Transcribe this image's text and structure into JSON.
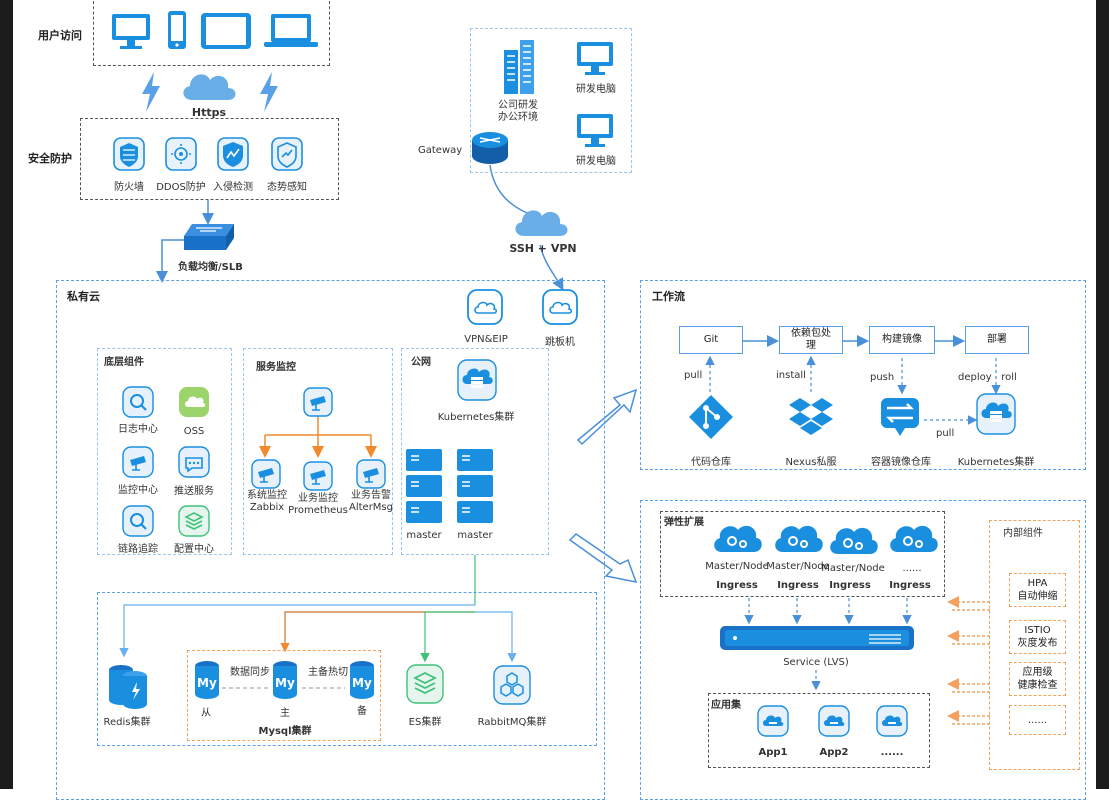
{
  "labels": {
    "user_access": "用户访问",
    "https": "Https",
    "security": "安全防护",
    "firewall": "防火墙",
    "ddos": "DDOS防护",
    "intrusion": "入侵检测",
    "situation": "态势感知",
    "lb": "负载均衡/SLB",
    "gateway": "Gateway",
    "dev_env": "公司研发\n办公环境",
    "dev_pc_1": "研发电脑",
    "dev_pc_2": "研发电脑",
    "ssh_vpn": "SSH + VPN",
    "private_cloud": "私有云",
    "vpn_eip": "VPN&EIP",
    "jumpbox": "跳板机",
    "base_components": "底层组件",
    "log_center": "日志中心",
    "oss": "OSS",
    "monitor_center": "监控中心",
    "push_service": "推送服务",
    "trace": "链路追踪",
    "config_center": "配置中心",
    "service_monitor": "服务监控",
    "sys_monitor": "系统监控\nZabbix",
    "biz_monitor": "业务监控\nPrometheus",
    "biz_alert": "业务告警\nAlterMsg",
    "public_net": "公网",
    "k8s_cluster": "Kubernetes集群",
    "master_1": "master",
    "master_2": "master",
    "redis": "Redis集群",
    "mysql": "Mysql集群",
    "mysql_slave": "从",
    "mysql_master": "主",
    "mysql_backup": "备",
    "data_sync": "数据同步",
    "failover": "主备热切",
    "es": "ES集群",
    "rabbitmq": "RabbitMQ集群",
    "workflow": "工作流",
    "git": "Git",
    "dep_handle": "依赖包处\n理",
    "build_image": "构建镜像",
    "deploy": "部署",
    "pull_1": "pull",
    "install": "install",
    "push": "push",
    "deploy_roll": "deploy   roll",
    "pull_2": "pull",
    "code_repo": "代码仓库",
    "nexus": "Nexus私服",
    "image_repo": "容器镜像仓库",
    "k8s_cluster_2": "Kubernetes集群",
    "elastic": "弹性扩展",
    "master_node_1": "Master/Node",
    "master_node_2": "Master/Node",
    "master_node_3": "Master/Node",
    "master_node_4": "......",
    "ingress_1": "Ingress",
    "ingress_2": "Ingress",
    "ingress_3": "Ingress",
    "ingress_4": "Ingress",
    "service_lvs": "Service (LVS)",
    "app_set": "应用集",
    "app1": "App1",
    "app2": "App2",
    "app_more": "......",
    "inner_components": "内部组件",
    "hpa": "HPA\n自动伸缩",
    "istio": "ISTIO\n灰度发布",
    "health": "应用级\n健康检查",
    "inner_more": "......",
    "my": "My"
  },
  "colors": {
    "primary": "#1a8fe0",
    "light_blue": "#5aa0e8",
    "orange": "#f2a25c",
    "green": "#3ec27a",
    "cloud": "#6aaee8"
  }
}
